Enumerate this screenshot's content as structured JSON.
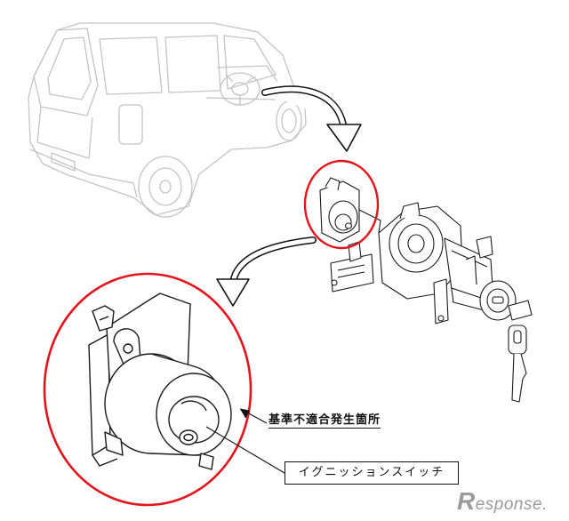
{
  "labels": {
    "defect_location": "基準不適合発生箇所",
    "part_name": "イグニッションスイッチ"
  },
  "watermark": {
    "initial": "R",
    "rest": "esponse."
  },
  "colors": {
    "highlight_circle": "#e3141b",
    "line_art": "#1a1a1a",
    "faded_vehicle": "#bdbdbd"
  },
  "icons": {
    "arrow_1": "curved-arrow-icon",
    "arrow_2": "curved-arrow-icon"
  }
}
